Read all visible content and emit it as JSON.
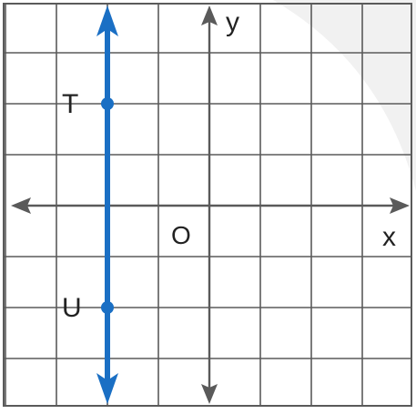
{
  "diagram": {
    "axes": {
      "x_label": "x",
      "y_label": "y",
      "origin_label": "O",
      "x_range": [
        -4,
        4
      ],
      "y_range": [
        -4,
        4
      ]
    },
    "line": {
      "orientation": "vertical",
      "x": -2,
      "color": "#1a6fc4"
    },
    "points": [
      {
        "label": "T",
        "x": -2,
        "y": 2
      },
      {
        "label": "U",
        "x": -2,
        "y": -2
      }
    ],
    "colors": {
      "grid": "#5a5a5a",
      "axis": "#5a5a5a",
      "label": "#222222"
    }
  }
}
